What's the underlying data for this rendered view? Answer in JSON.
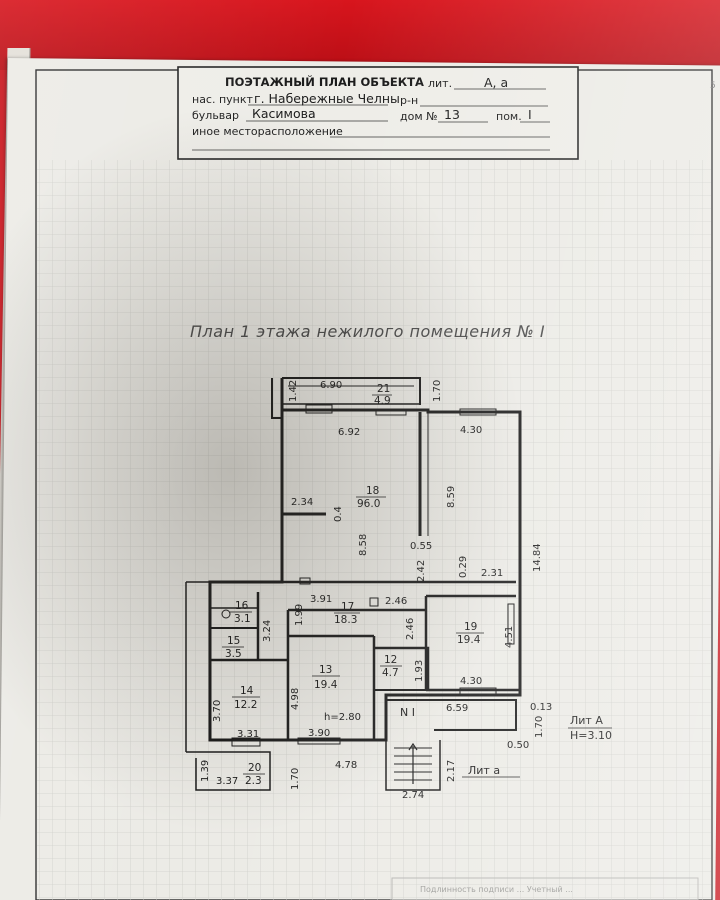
{
  "header": {
    "title": "ПОЭТАЖНЫЙ ПЛАН ОБЪЕКТА",
    "lit_label": "лит.",
    "lit_value": "А, а",
    "settlement_label": "нас. пункт",
    "settlement_value": "г. Набережные Челны",
    "district_label": "р-н",
    "street_label": "бульвар",
    "street_value": "Касимова",
    "house_label": "дом №",
    "house_value": "13",
    "premise_label": "пом.",
    "premise_value": "I",
    "other_location_label": "иное месторасположение"
  },
  "plan": {
    "title": "План 1 этажа нежилого помещения № I",
    "rooms": [
      {
        "id": "21",
        "number": "21",
        "area": "4.9"
      },
      {
        "id": "18",
        "number": "18",
        "area": "96.0"
      },
      {
        "id": "17",
        "number": "17",
        "area": "18.3"
      },
      {
        "id": "19",
        "number": "19",
        "area": "19.4"
      },
      {
        "id": "16",
        "number": "16",
        "area": "3.1"
      },
      {
        "id": "15",
        "number": "15",
        "area": "3.5"
      },
      {
        "id": "13",
        "number": "13",
        "area": "19.4"
      },
      {
        "id": "12",
        "number": "12",
        "area": "4.7"
      },
      {
        "id": "14",
        "number": "14",
        "area": "12.2"
      },
      {
        "id": "20",
        "number": "20",
        "area": "2.3"
      }
    ],
    "dimensions": {
      "d_142": "1.42",
      "d_690": "6.90",
      "d_170a": "1.70",
      "d_692": "6.92",
      "d_430a": "4.30",
      "d_234": "2.34",
      "d_04": "0.4",
      "d_859": "8.59",
      "d_858": "8.58",
      "d_055": "0.55",
      "d_029": "0.29",
      "d_242": "2.42",
      "d_231": "2.31",
      "d_1484": "14.84",
      "d_391": "3.91",
      "d_246a": "2.46",
      "d_246b": "2.46",
      "d_199": "1.99",
      "d_324": "3.24",
      "d_451": "4.51",
      "d_193": "1.93",
      "d_430b": "4.30",
      "d_498": "4.98",
      "d_370": "3.70",
      "d_659": "6.59",
      "d_013": "0.13",
      "d_170b": "1.70",
      "d_050": "0.50",
      "d_331": "3.31",
      "d_390": "3.90",
      "d_478": "4.78",
      "d_139": "1.39",
      "d_337": "3.37",
      "d_170c": "1.70",
      "d_217": "2.17",
      "d_274": "2.74"
    },
    "height_label": "h=2.80",
    "entrance_label": "N I",
    "lit_a_big": "Лит А",
    "lit_a_height": "H=3.10",
    "lit_a_small": "Лит а"
  },
  "stamp_text": "Подлинность подписи ... Учетный ...",
  "page_number": "5",
  "colors": {
    "table_red": "#c9141c",
    "paper": "#ecebe6",
    "ink": "#1c1c1c",
    "grid": "#c9c9c4"
  }
}
